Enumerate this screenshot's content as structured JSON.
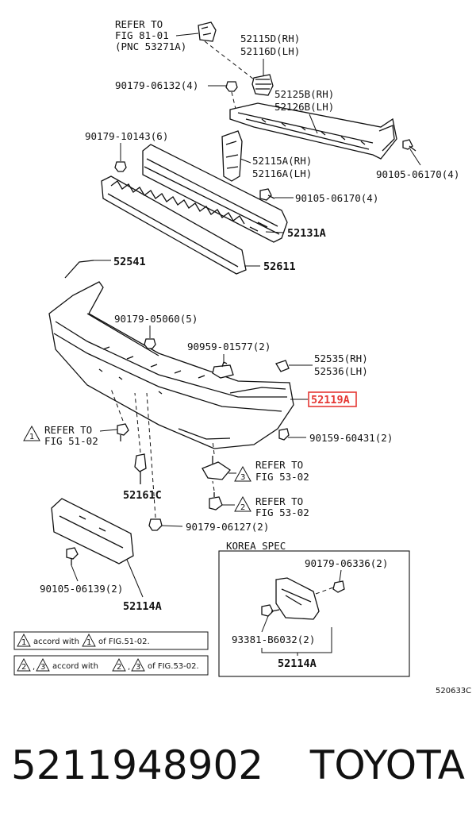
{
  "labels": {
    "refer_fig81": "REFER TO",
    "refer_fig81_b": "FIG 81-01",
    "refer_fig81_c": "(PNC 53271A)",
    "p52115d": "52115D(RH)",
    "p52116d": "52116D(LH)",
    "p90179_06132": "90179-06132(4)",
    "p52125b": "52125B(RH)",
    "p52126b": "52126B(LH)",
    "p90179_10143": "90179-10143(6)",
    "p52115a": "52115A(RH)",
    "p52116a": "52116A(LH)",
    "p90105_06170_r": "90105-06170(4)",
    "p90105_06170_c": "90105-06170(4)",
    "p52131a": "52131A",
    "p52541": "52541",
    "p52611": "52611",
    "p90179_05060": "90179-05060(5)",
    "p90959_01577": "90959-01577(2)",
    "p52535": "52535(RH)",
    "p52536": "52536(LH)",
    "p52119a": "52119A",
    "refer_fig51": "REFER TO",
    "refer_fig51_b": "FIG 51-02",
    "p90159_60431": "90159-60431(2)",
    "refer_fig53a": "REFER TO",
    "refer_fig53a_b": "FIG 53-02",
    "refer_fig53b": "REFER TO",
    "refer_fig53b_b": "FIG 53-02",
    "p52161c": "52161C",
    "p90179_06127": "90179-06127(2)",
    "korea_spec": "KOREA SPEC",
    "p90179_06336": "90179-06336(2)",
    "p90105_06139": "90105-06139(2)",
    "p52114a_l": "52114A",
    "p93381": "93381-B6032(2)",
    "p52114a_r": "52114A",
    "note1_a": "accord with",
    "note1_b": "of FIG.51-02.",
    "note2_sep": ",",
    "note2_a": "accord with",
    "note2_b": "of FIG.53-02.",
    "tri1": "1",
    "tri2": "2",
    "tri3": "3",
    "diagram_code": "520633C"
  },
  "footer": {
    "part_number": "5211948902",
    "brand": "TOYOTA"
  },
  "colors": {
    "highlight": "#e53935"
  },
  "highlighted_part": "52119A"
}
